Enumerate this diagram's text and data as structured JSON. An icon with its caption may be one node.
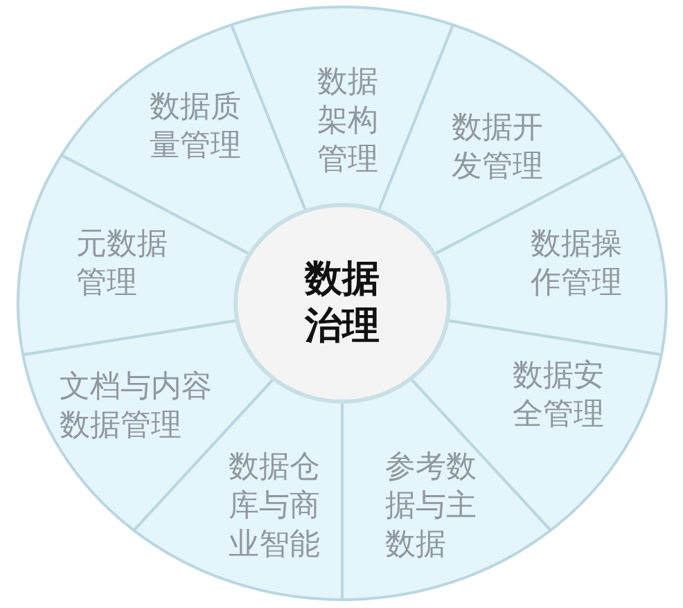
{
  "diagram": {
    "nodes": [
      {
        "text": [
          "数据治理"
        ]
      },
      {
        "text": [
          "数据架构管理"
        ]
      },
      {
        "text": [
          "数据开发管理"
        ]
      },
      {
        "text": [
          "数据操作管理"
        ]
      },
      {
        "text": [
          "数据安全管理"
        ]
      },
      {
        "text": [
          "参考数据与主数据"
        ]
      },
      {
        "text": [
          "数据仓库与商业智能"
        ]
      },
      {
        "text": [
          "文档与内容数据管理"
        ]
      },
      {
        "text": [
          "元数据管理"
        ]
      },
      {
        "text": [
          "数据质量管理"
        ]
      }
    ]
  }
}
